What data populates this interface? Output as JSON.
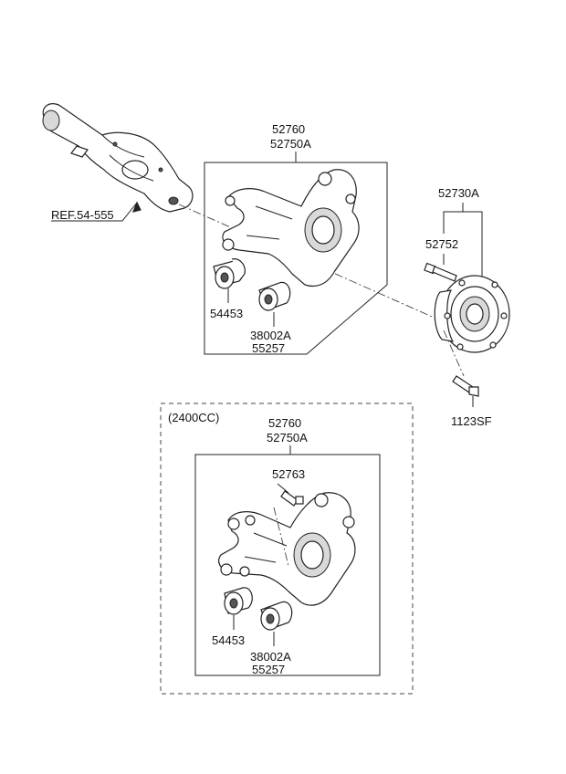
{
  "labels": {
    "ref_link": "REF.54-555",
    "upper_knuckle_1": "52760",
    "upper_knuckle_2": "52750A",
    "upper_bushing_a": "54453",
    "upper_bushing_b_1": "38002A",
    "upper_bushing_b_2": "55257",
    "hub_assembly": "52730A",
    "hub_bolt": "52752",
    "hub_mount_bolt": "1123SF",
    "variant_title": "(2400CC)",
    "lower_knuckle_1": "52760",
    "lower_knuckle_2": "52750A",
    "lower_bolt": "52763",
    "lower_bushing_a": "54453",
    "lower_bushing_b_1": "38002A",
    "lower_bushing_b_2": "55257"
  },
  "icons": {
    "trailing_arm": "trailing-arm-drawing",
    "knuckle": "rear-knuckle-drawing",
    "hub": "wheel-hub-drawing",
    "bushing": "bushing-drawing",
    "bolt": "bolt-drawing"
  }
}
